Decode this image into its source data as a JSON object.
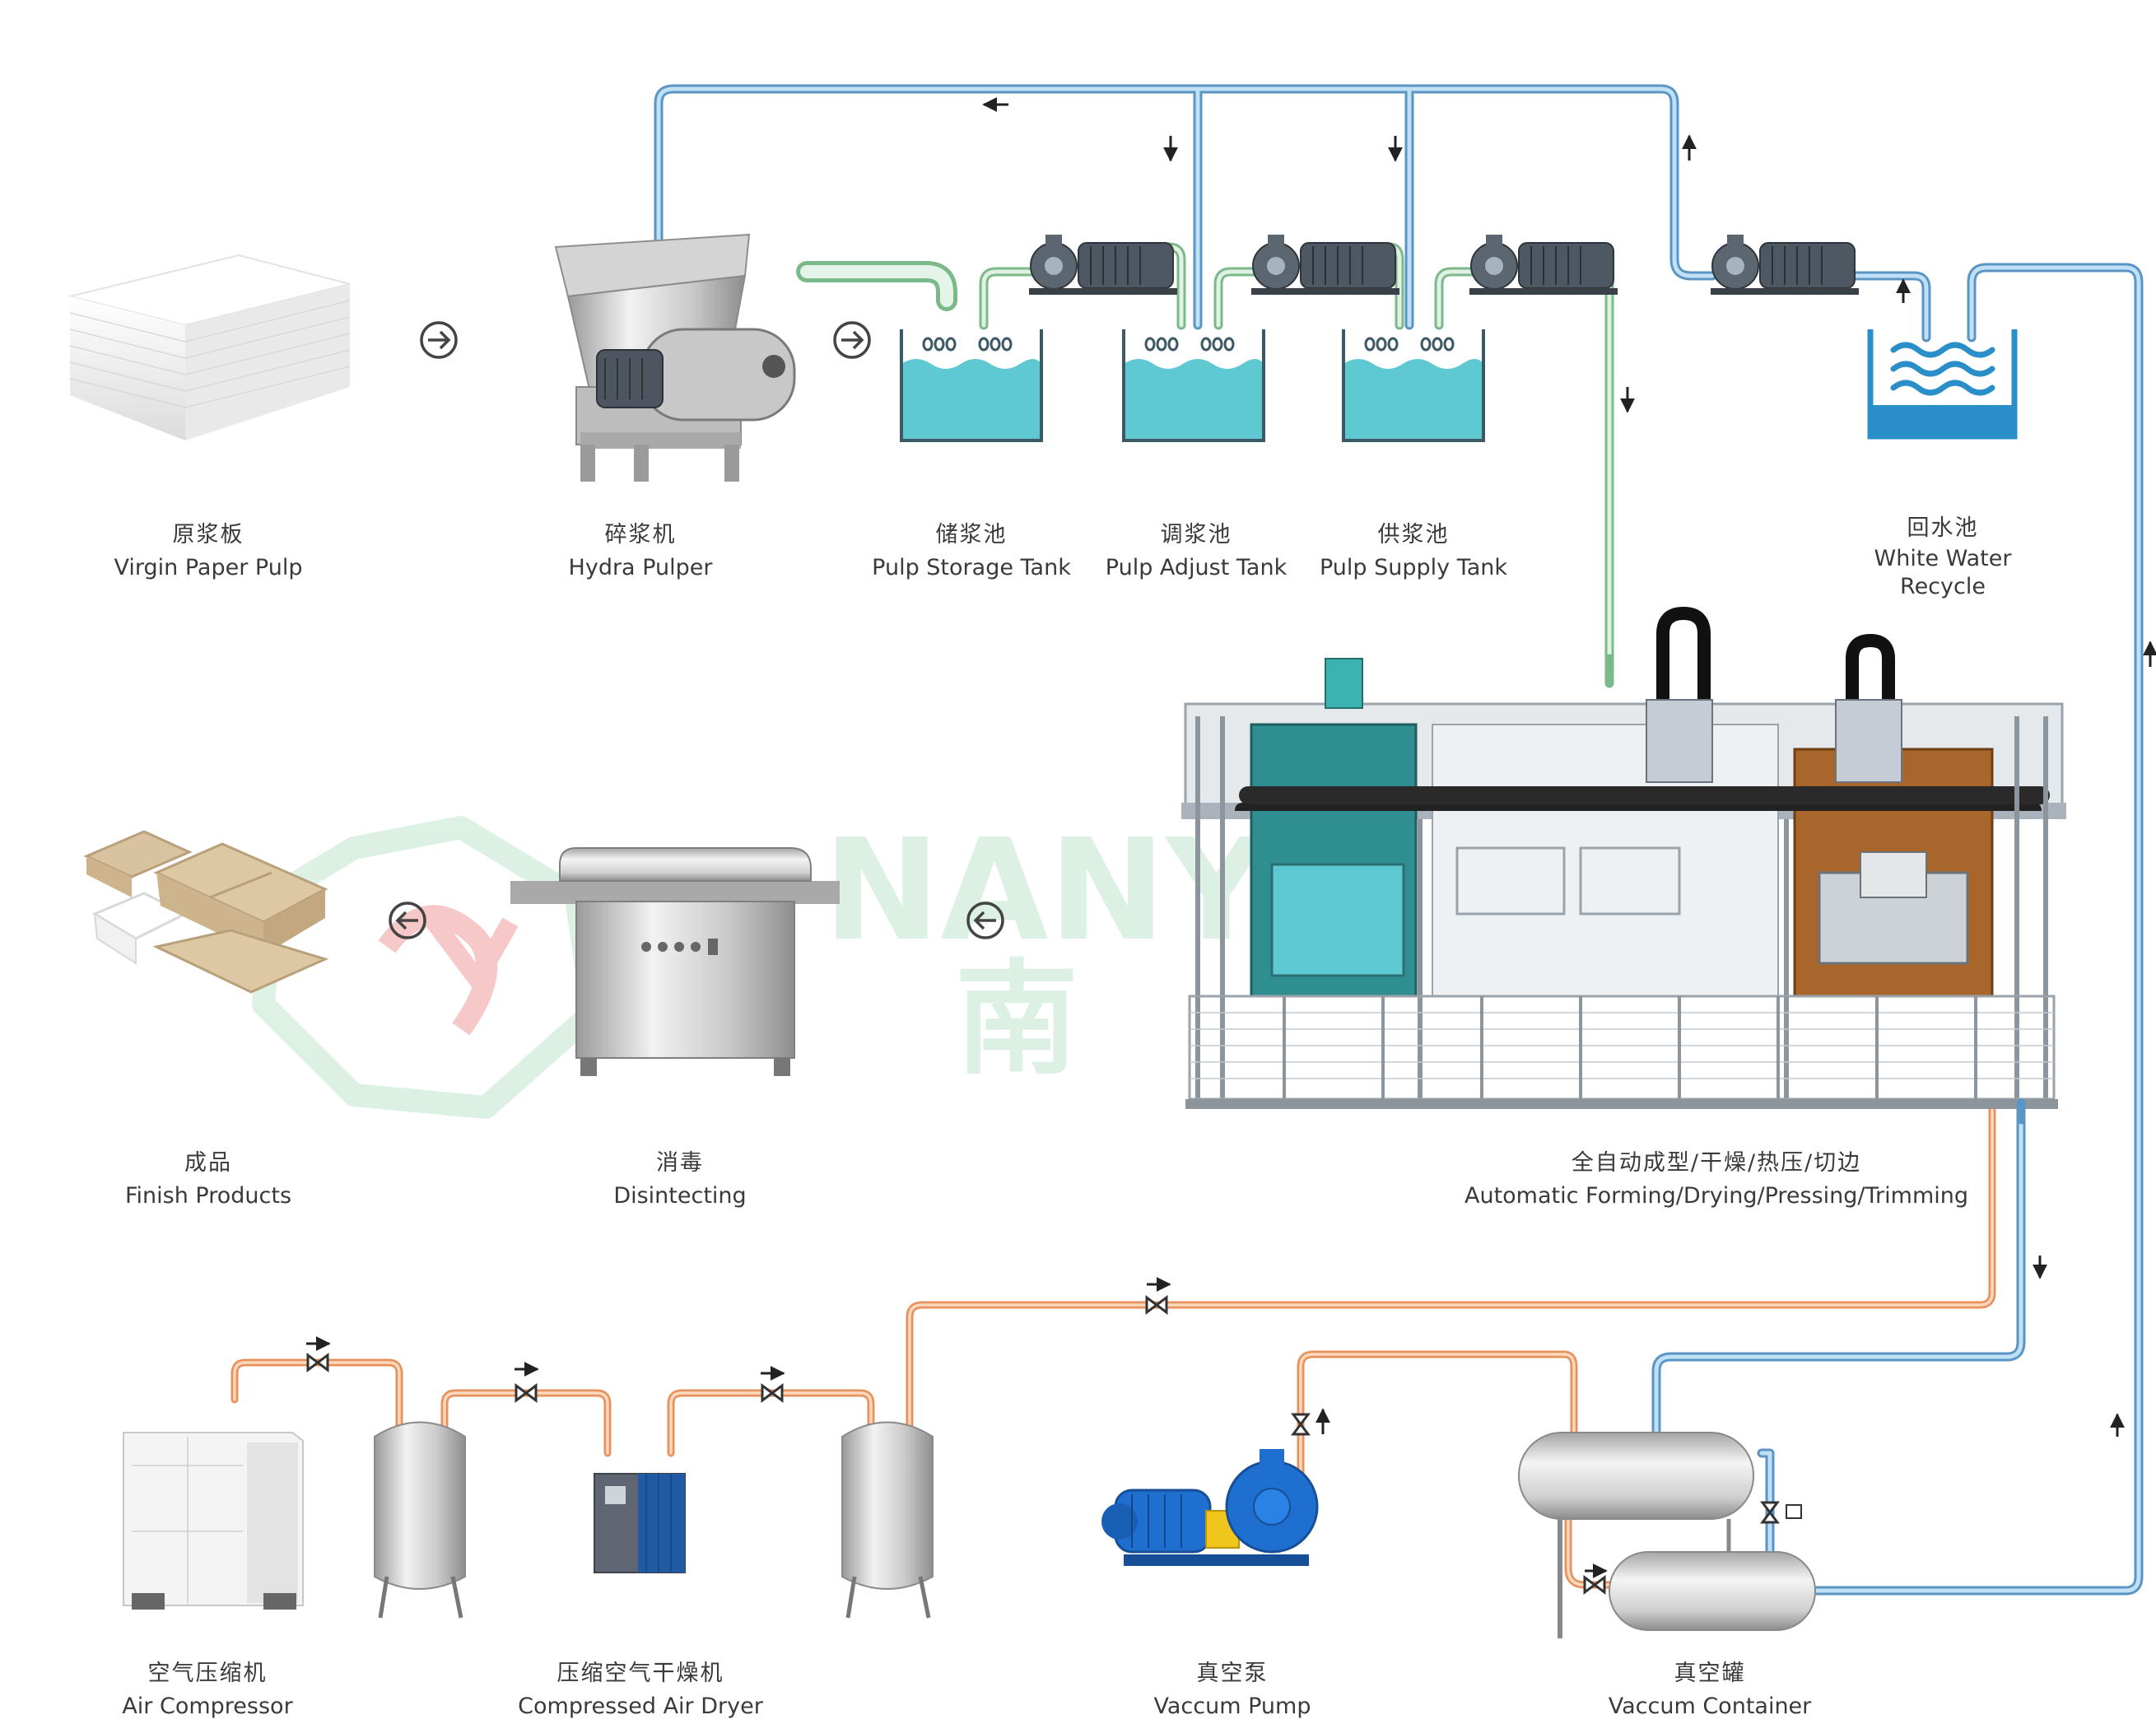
{
  "brand": {
    "logo_text": "NANYA",
    "logo_char": "南"
  },
  "colors": {
    "water_pipe": "#6aa8d8",
    "pulp_pipe": "#9ccfa6",
    "air_pipe": "#f0a46a",
    "tank_fill": "#5fc9d2",
    "recycle_fill": "#2a8fc8",
    "arrow": "#222222",
    "logo_green": "#d9efe2",
    "logo_red": "#f7c3c3"
  },
  "stations": {
    "virgin_pulp": {
      "zh": "原浆板",
      "en": "Virgin Paper Pulp",
      "icon": "paper-stack-icon"
    },
    "hydra_pulper": {
      "zh": "碎浆机",
      "en": "Hydra Pulper",
      "icon": "pulper-machine-icon"
    },
    "storage_tank": {
      "zh": "储浆池",
      "en": "Pulp Storage Tank",
      "icon": "tank-icon"
    },
    "adjust_tank": {
      "zh": "调浆池",
      "en": "Pulp Adjust Tank",
      "icon": "tank-icon"
    },
    "supply_tank": {
      "zh": "供浆池",
      "en": "Pulp Supply Tank",
      "icon": "tank-icon"
    },
    "white_water": {
      "zh": "回水池",
      "en1": "White Water",
      "en2": "Recycle",
      "icon": "water-recycle-icon"
    },
    "forming": {
      "zh": "全自动成型/干燥/热压/切边",
      "en": "Automatic Forming/Drying/Pressing/Trimming",
      "icon": "forming-machine-icon"
    },
    "disinfecting": {
      "zh": "消毒",
      "en": "Disintecting",
      "icon": "disinfecting-tunnel-icon"
    },
    "finish": {
      "zh": "成品",
      "en": "Finish Products",
      "icon": "food-container-icon"
    },
    "air_compressor": {
      "zh": "空气压缩机",
      "en": "Air Compressor",
      "icon": "air-compressor-icon"
    },
    "air_dryer": {
      "zh": "压缩空气干燥机",
      "en": "Compressed Air Dryer",
      "icon": "air-dryer-icon"
    },
    "vacuum_pump": {
      "zh": "真空泵",
      "en": "Vaccum Pump",
      "icon": "vacuum-pump-icon"
    },
    "vacuum_container": {
      "zh": "真空罐",
      "en": "Vaccum Container",
      "icon": "vacuum-tank-icon"
    }
  }
}
